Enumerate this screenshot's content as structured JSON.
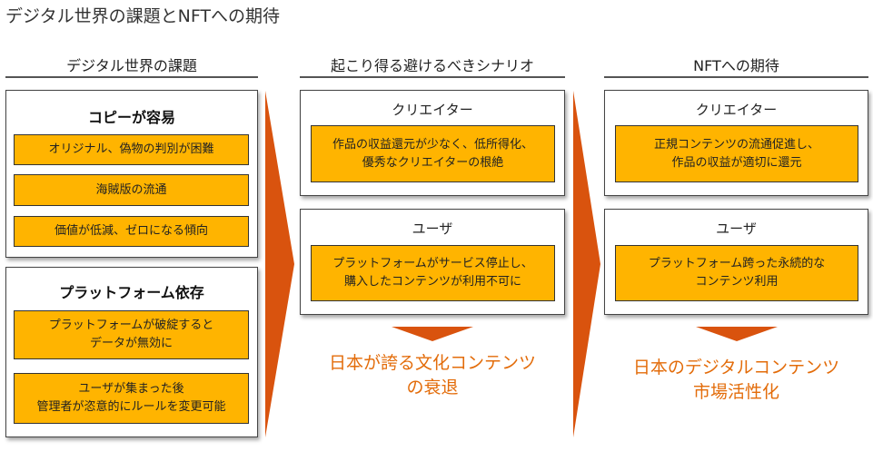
{
  "title": "デジタル世界の課題とNFTへの期待",
  "colors": {
    "accent_box": "#FFB400",
    "arrow": "#D9530E",
    "outcome_text": "#E36C0A"
  },
  "columns": [
    {
      "header": "デジタル世界の課題",
      "panels": [
        {
          "title": "コピーが容易",
          "items": [
            "オリジナル、偽物の判別が困難",
            "海賊版の流通",
            "価値が低減、ゼロになる傾向"
          ]
        },
        {
          "title": "プラットフォーム依存",
          "items": [
            "プラットフォームが破綻すると\nデータが無効に",
            "ユーザが集まった後\n管理者が恣意的にルールを変更可能"
          ]
        }
      ]
    },
    {
      "header": "起こり得る避けるべきシナリオ",
      "panels": [
        {
          "title": "クリエイター",
          "items": [
            "作品の収益還元が少なく、低所得化、\n優秀なクリエイターの根絶"
          ]
        },
        {
          "title": "ユーザ",
          "items": [
            "プラットフォームがサービス停止し、\n購入したコンテンツが利用不可に"
          ]
        }
      ],
      "outcome": "日本が誇る文化コンテンツ\nの衰退"
    },
    {
      "header": "NFTへの期待",
      "panels": [
        {
          "title": "クリエイター",
          "items": [
            "正規コンテンツの流通促進し、\n作品の収益が適切に還元"
          ]
        },
        {
          "title": "ユーザ",
          "items": [
            "プラットフォーム跨った永続的な\nコンテンツ利用"
          ]
        }
      ],
      "outcome": "日本のデジタルコンテンツ\n市場活性化"
    }
  ]
}
